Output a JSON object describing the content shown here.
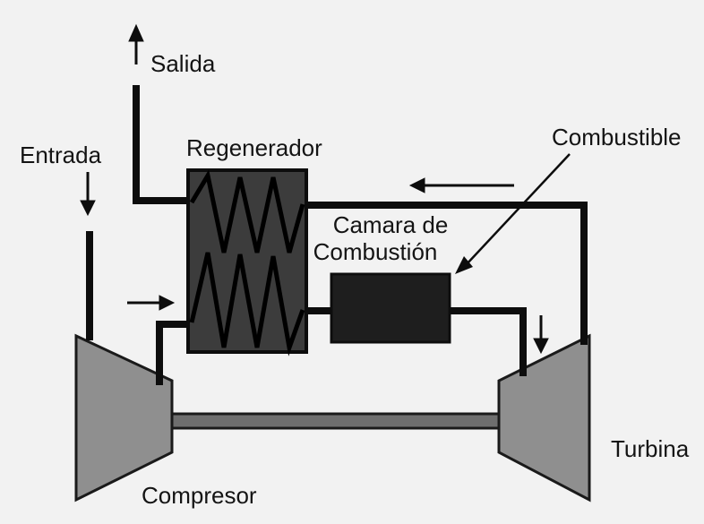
{
  "labels": {
    "salida": "Salida",
    "entrada": "Entrada",
    "regenerador": "Regenerador",
    "combustible": "Combustible",
    "camara_line1": "Camara de",
    "camara_line2": "Combustión",
    "turbina": "Turbina",
    "compresor": "Compresor"
  },
  "colors": {
    "background": "#f2f2f2",
    "pipe": "#0d0d0d",
    "machine_gray": "#8f8f8f",
    "shaft_gray": "#6e6e6e",
    "regenerator_fill": "#3c3c3c",
    "chamber_fill": "#1e1e1e",
    "text": "#141414"
  },
  "icons": {
    "flow_arrows": "arrow-icon",
    "combustible_pointer": "pointer-arrow-icon"
  }
}
